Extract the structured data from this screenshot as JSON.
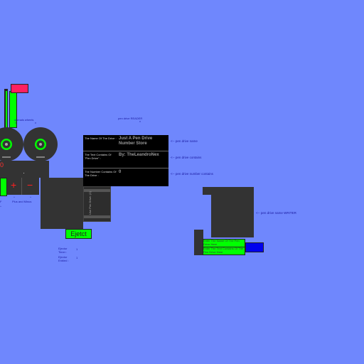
{
  "reader": {
    "label": "pen drive READER",
    "arrow": "v",
    "panel": {
      "rows": [
        {
          "key": "The Name Of The Drive :",
          "value": "Just A Pen Drive Number Store"
        },
        {
          "key": "The Text Contains Of \"Pen Drive\" :",
          "value": "By: TheLeandroNex"
        },
        {
          "key": "The Number Contains Of The Drive :",
          "value": "0"
        }
      ]
    },
    "annotations": {
      "name": "<-- pen drive name",
      "contains": "<-- pen drive contains",
      "number": "<-- pen drive number contains"
    },
    "slot_text": "Use Pen Drive: (1)",
    "eject_label": "Ejetct",
    "ejector": [
      {
        "key": "Ejector Timer :",
        "value": "1"
      },
      {
        "key": "Ejector Enbled :",
        "value": "1"
      }
    ]
  },
  "machine": {
    "wheels_label": "animals wheels",
    "wheels_arrow": "v",
    "counter_value": "0",
    "plus_label": "+",
    "minus_label": "−",
    "plus_minus_label": "Plus and Minus",
    "left_label": "F"
  },
  "writer": {
    "annotation": "<-- pen drive name WRITER",
    "fields": [
      {
        "text": "Enter The Name Of The Pen Drive Here"
      },
      {
        "text": "Enter The Text Contains Of The Pen Drive Here"
      }
    ]
  },
  "colors": {
    "background": "#6f87fd",
    "dark": "#333333",
    "green": "#00ff00",
    "red_button": "#ff2060",
    "blue_button": "#0000ee"
  }
}
